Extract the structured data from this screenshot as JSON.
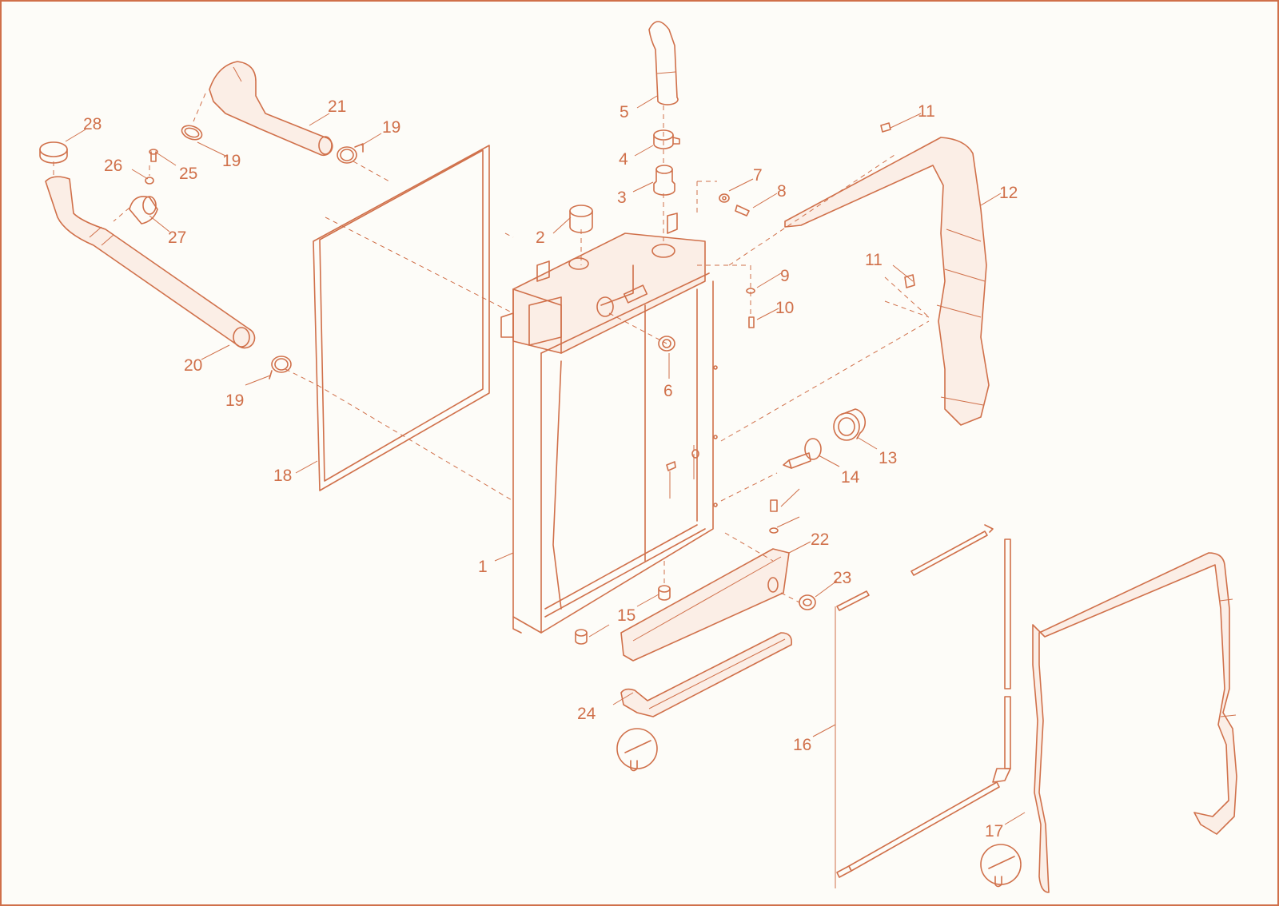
{
  "colors": {
    "line": "#d0704a",
    "background": "#fdfcf8"
  },
  "callouts": {
    "c1": "1",
    "c2": "2",
    "c3": "3",
    "c4": "4",
    "c5": "5",
    "c6": "6",
    "c7": "7",
    "c8": "8",
    "c9": "9",
    "c10": "10",
    "c11": "11",
    "c12": "12",
    "c13": "13",
    "c14": "14",
    "c15": "15",
    "c16": "16",
    "c17": "17",
    "c18": "18",
    "c19": "19",
    "c20": "20",
    "c21": "21",
    "c22": "22",
    "c23": "23",
    "c24": "24",
    "c25": "25",
    "c26": "26",
    "c27": "27",
    "c28": "28"
  },
  "icons": {
    "detail_marker": "clamp-detail-icon"
  }
}
